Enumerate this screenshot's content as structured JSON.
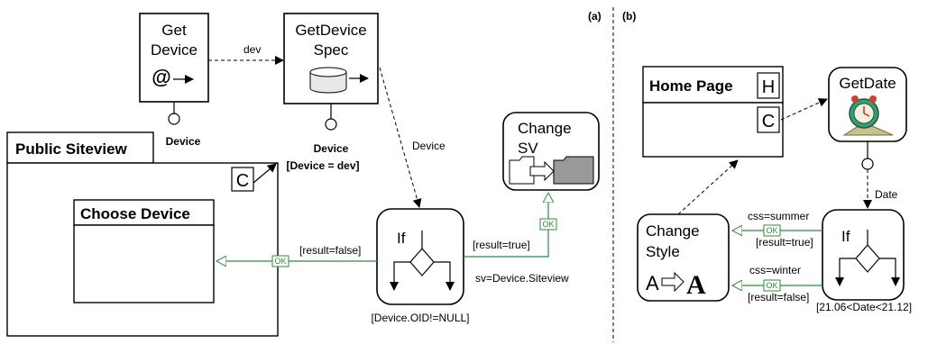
{
  "panels": {
    "a": "(a)",
    "b": "(b)"
  },
  "left": {
    "get_device": {
      "line1": "Get",
      "line2": "Device",
      "at": "@",
      "param": "Device"
    },
    "dev_link": "dev",
    "get_device_spec": {
      "line1": "GetDevice",
      "line2": "Spec",
      "param1": "Device",
      "param2": "[Device = dev]"
    },
    "device_link": "Device",
    "siteview": {
      "title": "Public Siteview",
      "c": "C"
    },
    "choose_device": {
      "title": "Choose Device"
    },
    "if_unit": {
      "label": "If",
      "condition": "[Device.OID!=NULL]"
    },
    "result_false": "[result=false]",
    "result_true": "[result=true]",
    "sv_param": "sv=Device.Siteview",
    "change_sv": {
      "line1": "Change",
      "line2": "SV"
    },
    "ok": "OK"
  },
  "right": {
    "home_page": {
      "title": "Home Page",
      "h": "H",
      "c": "C"
    },
    "get_date": {
      "label": "GetDate"
    },
    "date_link": "Date",
    "if_unit": {
      "label": "If",
      "condition": "[21.06<Date<21.12]"
    },
    "css_summer": "css=summer",
    "result_true": "[result=true]",
    "css_winter": "css=winter",
    "result_false": "[result=false]",
    "change_style": {
      "line1": "Change",
      "line2": "Style",
      "a_small": "A",
      "a_big": "A"
    },
    "ok": "OK"
  }
}
